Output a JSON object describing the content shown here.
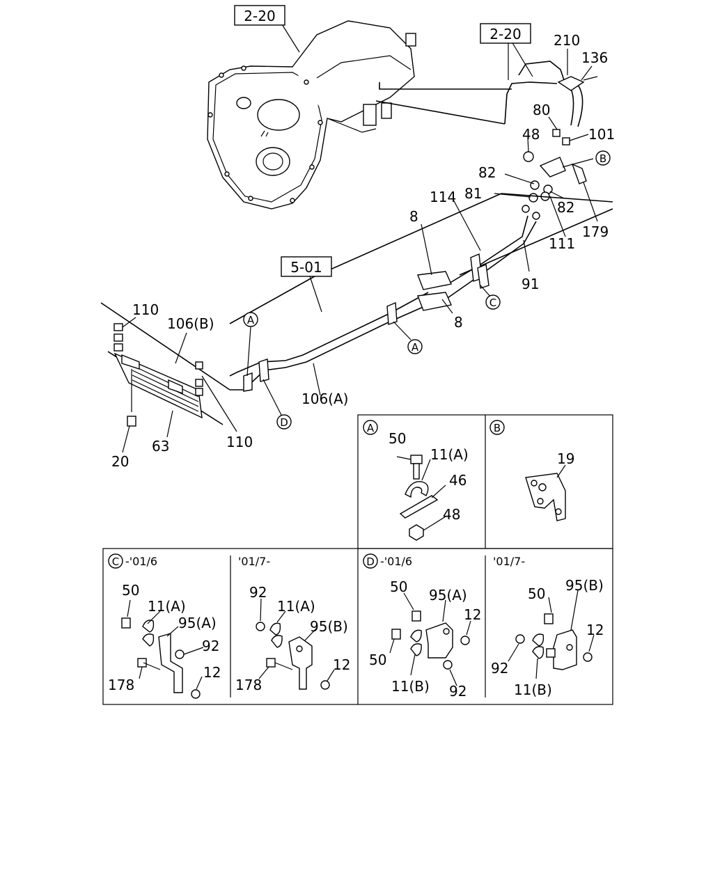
{
  "main": {
    "ref_boxes": [
      "2-20",
      "2-20",
      "5-01"
    ],
    "callouts": [
      "210",
      "136",
      "80",
      "48",
      "101",
      "82",
      "81",
      "82",
      "114",
      "8",
      "111",
      "179",
      "91",
      "8",
      "110",
      "106(B)",
      "106(A)",
      "110",
      "63",
      "20"
    ],
    "view_markers": [
      "A",
      "A",
      "B",
      "C",
      "D"
    ]
  },
  "panels": [
    {
      "marker": "A",
      "suffix": "",
      "labels": [
        "50",
        "11(A)",
        "46",
        "48"
      ]
    },
    {
      "marker": "B",
      "suffix": "",
      "labels": [
        "19"
      ]
    },
    {
      "marker": "C",
      "suffix": "-'01/6",
      "labels": [
        "50",
        "11(A)",
        "95(A)",
        "92",
        "178",
        "12"
      ]
    },
    {
      "marker": "",
      "suffix": "'01/7-",
      "labels": [
        "92",
        "11(A)",
        "95(B)",
        "178",
        "12"
      ]
    },
    {
      "marker": "D",
      "suffix": "-'01/6",
      "labels": [
        "50",
        "95(A)",
        "12",
        "50",
        "11(B)",
        "92"
      ]
    },
    {
      "marker": "",
      "suffix": "'01/7-",
      "labels": [
        "50",
        "95(B)",
        "12",
        "92",
        "11(B)"
      ]
    }
  ]
}
